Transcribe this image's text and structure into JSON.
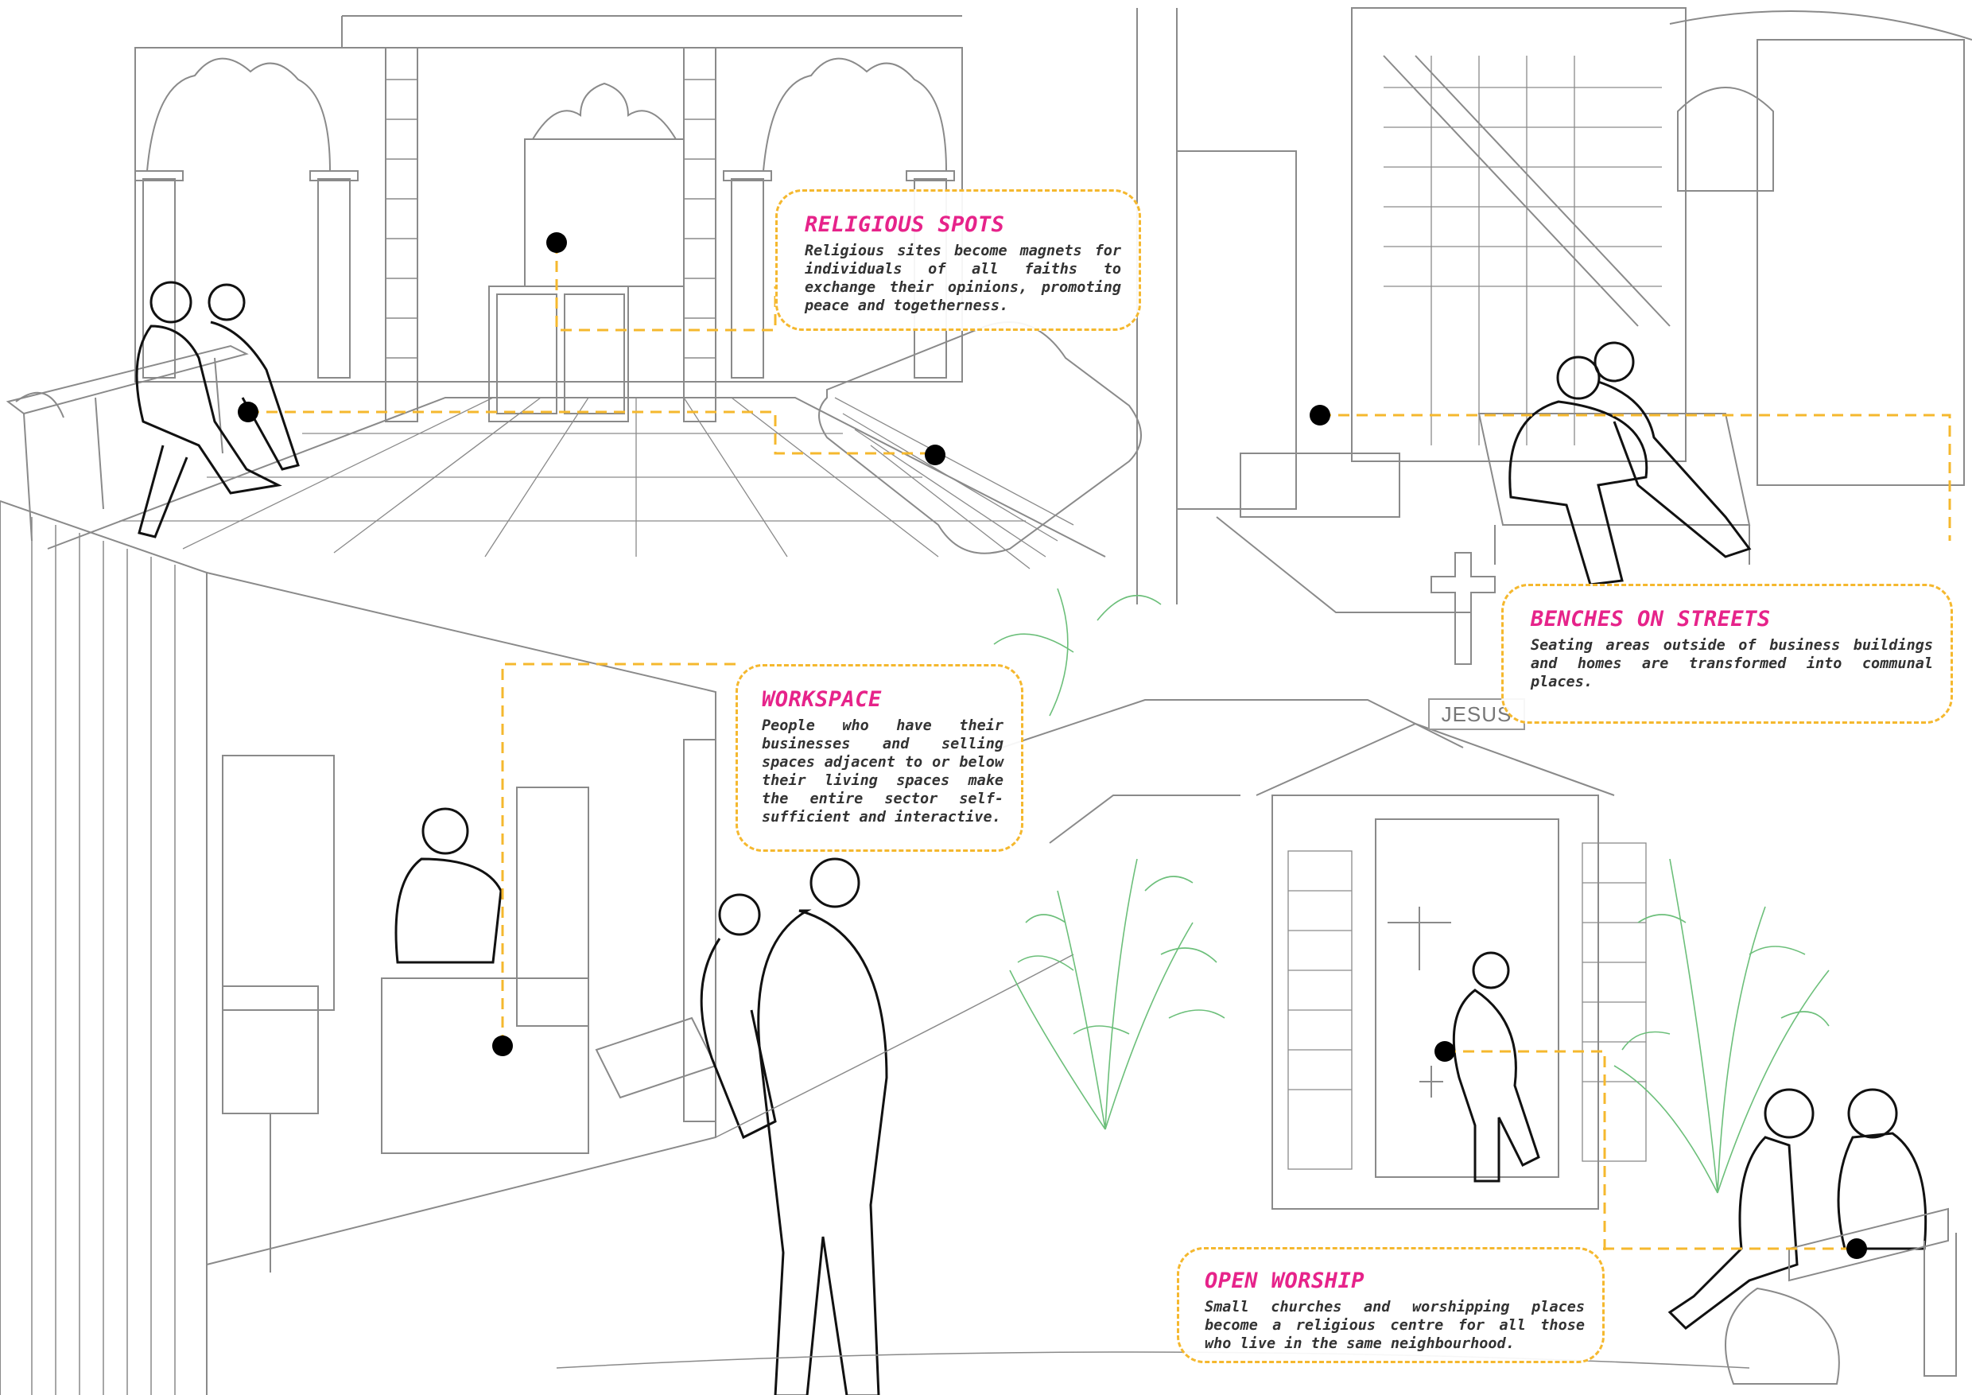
{
  "callouts": {
    "religious": {
      "title": "RELIGIOUS SPOTS",
      "text": "Religious sites become magnets for individuals of all faiths to exchange their opinions, promoting peace and togetherness."
    },
    "benches": {
      "title": "BENCHES ON STREETS",
      "text": "Seating areas outside of business buildings and homes are transformed into communal places."
    },
    "workspace": {
      "title": "WORKSPACE",
      "text": "People who have their businesses and selling spaces adjacent to or below their living spaces make the entire sector self-sufficient and interactive."
    },
    "worship": {
      "title": "OPEN WORSHIP",
      "text": "Small churches and worshipping places become a religious centre for all those who live in the same neighbourhood."
    }
  },
  "signs": {
    "church": "JESUS"
  },
  "colors": {
    "title": "#e6238a",
    "leader": "#f5b82e",
    "linework": "#8a8a8a",
    "vegetation": "#6cbf7a",
    "marker": "#000000"
  }
}
